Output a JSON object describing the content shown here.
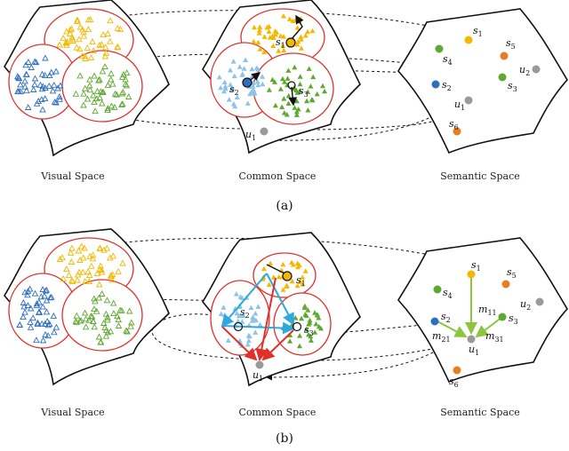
{
  "colors": {
    "yellow": "#f5b800",
    "blue": "#2f6fc0",
    "green": "#5fa832",
    "lightblue": "#8cc3e6",
    "orange": "#e67e22",
    "gray": "#9a9a9a",
    "red": "#e0302a",
    "arrow_blue": "#2fa8e0",
    "arrow_green": "#8cc63f"
  },
  "panel_a": {
    "visual_label": "Visual Space",
    "common_label": "Common Space",
    "semantic_label": "Semantic Space",
    "caption": "(a)",
    "common_points": [
      {
        "base": "s",
        "sub": "1"
      },
      {
        "base": "s",
        "sub": "2"
      },
      {
        "base": "s",
        "sub": "3"
      },
      {
        "base": "u",
        "sub": "1"
      }
    ],
    "semantic_points": [
      {
        "base": "s",
        "sub": "1"
      },
      {
        "base": "s",
        "sub": "5"
      },
      {
        "base": "s",
        "sub": "4"
      },
      {
        "base": "u",
        "sub": "2"
      },
      {
        "base": "s",
        "sub": "3"
      },
      {
        "base": "s",
        "sub": "2"
      },
      {
        "base": "u",
        "sub": "1"
      },
      {
        "base": "s",
        "sub": "6"
      }
    ]
  },
  "panel_b": {
    "visual_label": "Visual Space",
    "common_label": "Common Space",
    "semantic_label": "Semantic Space",
    "caption": "(b)",
    "common_points": [
      {
        "base": "s",
        "sub": "1"
      },
      {
        "base": "s",
        "sub": "2"
      },
      {
        "base": "s",
        "sub": "3"
      },
      {
        "base": "u",
        "sub": "1"
      }
    ],
    "semantic_points": [
      {
        "base": "s",
        "sub": "1"
      },
      {
        "base": "s",
        "sub": "5"
      },
      {
        "base": "s",
        "sub": "4"
      },
      {
        "base": "u",
        "sub": "2"
      },
      {
        "base": "m",
        "sub": "11"
      },
      {
        "base": "s",
        "sub": "2"
      },
      {
        "base": "s",
        "sub": "3"
      },
      {
        "base": "m",
        "sub": "21"
      },
      {
        "base": "m",
        "sub": "31"
      },
      {
        "base": "u",
        "sub": "1"
      },
      {
        "base": "s",
        "sub": "6"
      }
    ]
  }
}
